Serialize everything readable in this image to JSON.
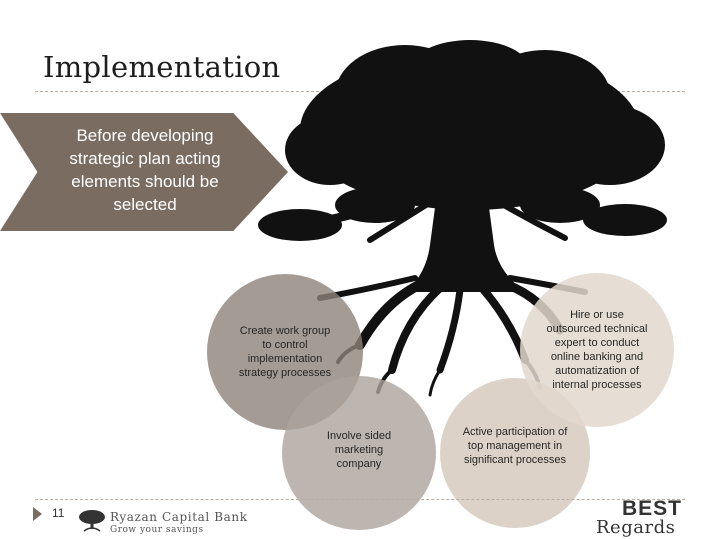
{
  "title": "Implementation",
  "callout": {
    "text": "Before developing strategic plan acting elements should be selected"
  },
  "steps": [
    {
      "text": "Create work group to control implementation strategy processes"
    },
    {
      "text": "Involve sided marketing company"
    },
    {
      "text": "Active participation of top management in significant processes"
    },
    {
      "text": "Hire or use outsourced technical expert to conduct online banking and automatization of internal processes"
    }
  ],
  "footer": {
    "page_number": "11",
    "bank_name": "Ryazan Capital Bank",
    "bank_tagline": "Grow your savings",
    "closing_line1": "BEST",
    "closing_line2": "Regards"
  },
  "colors": {
    "chevron": "#7a6c61",
    "circle_dark": "#8d827a",
    "circle_mid": "#aca39c",
    "circle_light": "#d6cabe",
    "circle_lightest": "#e2d8ce",
    "tree": "#111111"
  },
  "icons": {
    "main": "oak-tree-icon",
    "logo": "tree-logo-icon",
    "page_marker": "triangle-right-icon"
  }
}
